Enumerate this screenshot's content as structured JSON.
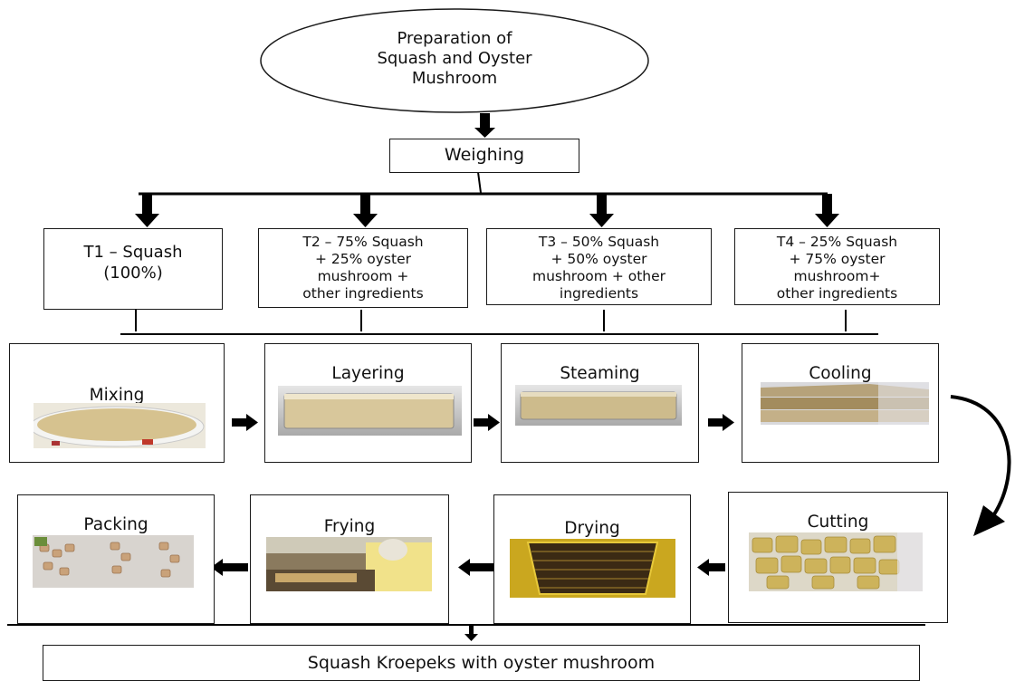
{
  "start": {
    "lines": [
      "Preparation of",
      "Squash and Oyster",
      "Mushroom"
    ]
  },
  "weighing": {
    "label": "Weighing"
  },
  "treatments": [
    {
      "lines": [
        "T1 – Squash",
        "(100%)"
      ]
    },
    {
      "lines": [
        "T2 – 75% Squash",
        "+ 25% oyster",
        "mushroom +",
        "other ingredients"
      ]
    },
    {
      "lines": [
        "T3 – 50% Squash",
        "+ 50% oyster",
        "mushroom + other",
        "ingredients"
      ]
    },
    {
      "lines": [
        "T4 – 25% Squash",
        "+ 75% oyster",
        "mushroom+",
        "other ingredients"
      ]
    }
  ],
  "row1_steps": [
    {
      "label": "Mixing",
      "photo_icon": "mixing-bowl-photo"
    },
    {
      "label": "Layering",
      "photo_icon": "layering-tray-photo"
    },
    {
      "label": "Steaming",
      "photo_icon": "steaming-tray-photo"
    },
    {
      "label": "Cooling",
      "photo_icon": "cooling-sheets-photo"
    }
  ],
  "row2_steps": [
    {
      "label": "Packing",
      "photo_icon": "packing-photo"
    },
    {
      "label": "Frying",
      "photo_icon": "frying-photo"
    },
    {
      "label": "Drying",
      "photo_icon": "drying-rack-photo"
    },
    {
      "label": "Cutting",
      "photo_icon": "cutting-photo"
    }
  ],
  "final": {
    "label": "Squash Kroepeks with oyster mushroom"
  },
  "colors": {
    "stroke": "#1a1a1a",
    "paste": "#d9c79a",
    "tray": "#bcbcbc",
    "chip": "#cdb35b"
  }
}
